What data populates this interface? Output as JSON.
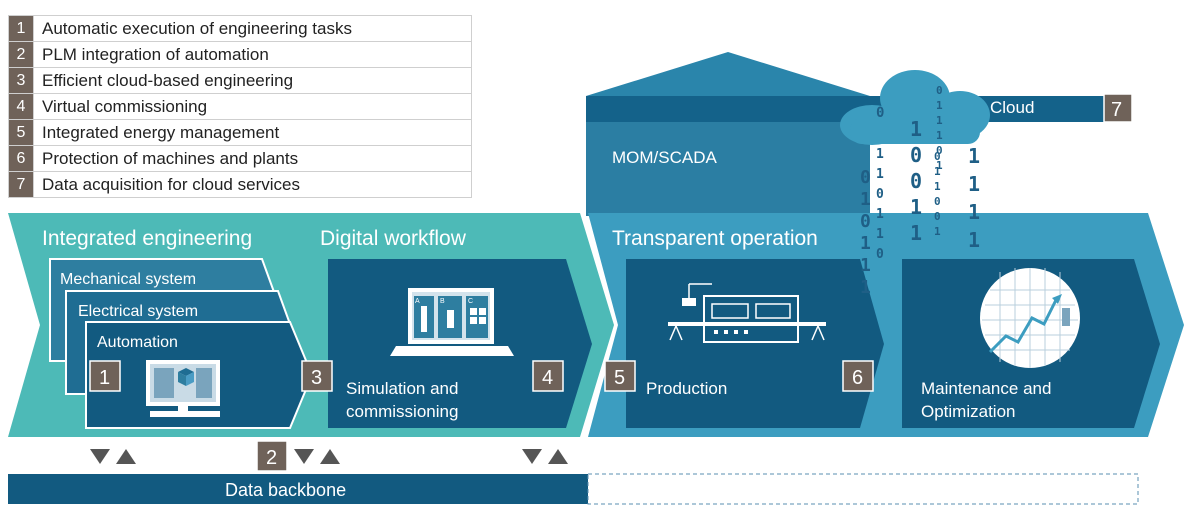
{
  "legend": [
    {
      "num": "1",
      "text": "Automatic execution of engineering tasks"
    },
    {
      "num": "2",
      "text": "PLM integration of automation"
    },
    {
      "num": "3",
      "text": "Efficient cloud-based engineering"
    },
    {
      "num": "4",
      "text": "Virtual commissioning"
    },
    {
      "num": "5",
      "text": "Integrated energy management"
    },
    {
      "num": "6",
      "text": "Protection of machines and plants"
    },
    {
      "num": "7",
      "text": "Data acquisition for cloud services"
    }
  ],
  "sections": {
    "integrated_engineering": "Integrated engineering",
    "digital_workflow": "Digital workflow",
    "transparent_operation": "Transparent operation"
  },
  "engineering_cards": {
    "mechanical": "Mechanical system",
    "electrical": "Electrical system",
    "automation": "Automation"
  },
  "workflow": {
    "line1": "Simulation and",
    "line2": "commissioning"
  },
  "operation": {
    "production": "Production",
    "maintenance_line1": "Maintenance and",
    "maintenance_line2": "Optimization"
  },
  "top": {
    "mom_scada": "MOM/SCADA",
    "cloud": "Cloud"
  },
  "backbone": "Data backbone",
  "badges": {
    "b1": "1",
    "b2": "2",
    "b3": "3",
    "b4": "4",
    "b5": "5",
    "b6": "6",
    "b7": "7"
  },
  "screen_labels": {
    "a": "A",
    "b": "B",
    "c": "C"
  },
  "binary": {
    "c1": [
      "0",
      "",
      "",
      "",
      "",
      ""
    ],
    "c2": [
      "0",
      "1",
      "0",
      "1",
      "1",
      "1"
    ],
    "c3": [
      "1",
      "1",
      "0",
      "1",
      "1",
      "0"
    ],
    "c4": [
      "1",
      "0",
      "0",
      "1",
      "1"
    ],
    "c5": [
      "0",
      "1",
      "1",
      "1",
      "0",
      "1"
    ],
    "c6": [
      "0",
      "1",
      "1",
      "0",
      "0",
      "1"
    ],
    "c7": [
      "1",
      "1",
      "1",
      "1"
    ]
  },
  "colors": {
    "teal": "#4dbab7",
    "dark_teal": "#3a9fa0",
    "blue_light": "#3c9dc0",
    "blue_mid": "#2b7ea3",
    "blue_dark": "#125a80",
    "badge": "#6f6259"
  }
}
